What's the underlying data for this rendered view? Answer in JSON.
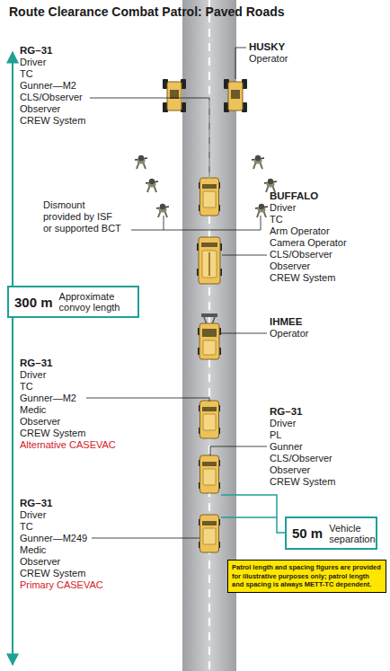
{
  "diagram": {
    "title": "Route Clearance Combat Patrol: Paved Roads",
    "nodes": [
      {
        "text": [
          "300 m",
          "Approximate convoy length"
        ]
      },
      {
        "text": [
          "50 m",
          "Vehicle separation"
        ]
      },
      {
        "text": [
          "Patrol length and spacing figures are provided for illustrative purposes only; patrol length and spacing is always METT-TC dependent."
        ]
      }
    ],
    "labels": [
      "RG–31",
      "Driver",
      "TC",
      "Gunner—M2",
      "CLS/Observer",
      "Observer",
      "CREW System",
      "HUSKY",
      "Operator",
      "Dismount",
      "provided by ISF",
      "or supported BCT",
      "BUFFALO",
      "Driver",
      "TC",
      "Arm Operator",
      "Camera Operator",
      "CLS/Observer",
      "Observer",
      "CREW System",
      "IHMEE",
      "Operator",
      "RG–31",
      "Driver",
      "TC",
      "Gunner—M2",
      "Medic",
      "Observer",
      "CREW System",
      "Alternative CASEVAC",
      "RG–31",
      "Driver",
      "PL",
      "Gunner",
      "CLS/Observer",
      "Observer",
      "CREW System",
      "RG–31",
      "Driver",
      "TC",
      "Gunner—M249",
      "Medic",
      "Observer",
      "CREW System",
      "Primary CASEVAC"
    ]
  }
}
